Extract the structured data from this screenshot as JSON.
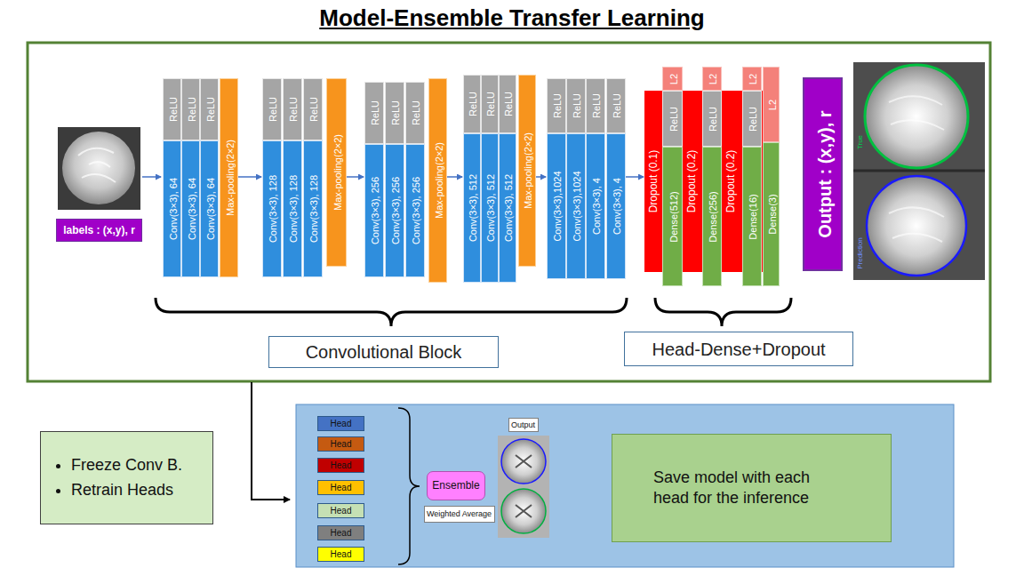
{
  "diagram": {
    "title": "Model-Ensemble Transfer Learning",
    "nodes": [
      {
        "text": [
          "labels : (x,y), r"
        ]
      },
      {
        "text": [
          "ReLU"
        ]
      },
      {
        "text": [
          "Conv(3×3), 64"
        ]
      },
      {
        "text": [
          "ReLU"
        ]
      },
      {
        "text": [
          "Conv(3×3), 64"
        ]
      },
      {
        "text": [
          "ReLU"
        ]
      },
      {
        "text": [
          "Conv(3×3), 64"
        ]
      },
      {
        "text": [
          "Max-pooling(2×2)"
        ]
      },
      {
        "text": [
          "ReLU"
        ]
      },
      {
        "text": [
          "Conv(3×3), 128"
        ]
      },
      {
        "text": [
          "ReLU"
        ]
      },
      {
        "text": [
          "Conv(3×3), 128"
        ]
      },
      {
        "text": [
          "ReLU"
        ]
      },
      {
        "text": [
          "Conv(3×3), 128"
        ]
      },
      {
        "text": [
          "Max-pooling(2×2)"
        ]
      },
      {
        "text": [
          "ReLU"
        ]
      },
      {
        "text": [
          "Conv(3×3), 256"
        ]
      },
      {
        "text": [
          "ReLU"
        ]
      },
      {
        "text": [
          "Conv(3×3), 256"
        ]
      },
      {
        "text": [
          "ReLU"
        ]
      },
      {
        "text": [
          "Conv(3×3), 256"
        ]
      },
      {
        "text": [
          "Max-pooling(2×2)"
        ]
      },
      {
        "text": [
          "ReLU"
        ]
      },
      {
        "text": [
          "Conv(3×3), 512"
        ]
      },
      {
        "text": [
          "ReLU"
        ]
      },
      {
        "text": [
          "Conv(3×3), 512"
        ]
      },
      {
        "text": [
          "ReLU"
        ]
      },
      {
        "text": [
          "Conv(3×3), 512"
        ]
      },
      {
        "text": [
          "Max-pooling(2×2)"
        ]
      },
      {
        "text": [
          "ReLU"
        ]
      },
      {
        "text": [
          "Conv(3×3),1024"
        ]
      },
      {
        "text": [
          "ReLU"
        ]
      },
      {
        "text": [
          "Conv(3×3),1024"
        ]
      },
      {
        "text": [
          "ReLU"
        ]
      },
      {
        "text": [
          "Conv(3×3), 4"
        ]
      },
      {
        "text": [
          "ReLU"
        ]
      },
      {
        "text": [
          "Conv(3×3), 4"
        ]
      },
      {
        "text": [
          "Dropout (0.1)"
        ]
      },
      {
        "text": [
          "L2"
        ]
      },
      {
        "text": [
          "ReLU"
        ]
      },
      {
        "text": [
          "Dense(512)"
        ]
      },
      {
        "text": [
          "Dropout (0.2)"
        ]
      },
      {
        "text": [
          "L2"
        ]
      },
      {
        "text": [
          "ReLU"
        ]
      },
      {
        "text": [
          "Dense(256)"
        ]
      },
      {
        "text": [
          "Dropout (0.2)"
        ]
      },
      {
        "text": [
          "L2"
        ]
      },
      {
        "text": [
          "ReLU"
        ]
      },
      {
        "text": [
          "Dense(16)"
        ]
      },
      {
        "text": [
          "L2"
        ]
      },
      {
        "text": [
          "Dense(3)"
        ]
      },
      {
        "text": [
          "Output : (x,y), r"
        ]
      },
      {
        "text": [
          "Convolutional Block"
        ]
      },
      {
        "text": [
          "Head-Dense+Dropout"
        ]
      },
      {
        "text": [
          "Freeze Conv B.",
          "Retrain Heads"
        ]
      },
      {
        "text": [
          "Head"
        ]
      },
      {
        "text": [
          "Head"
        ]
      },
      {
        "text": [
          "Head"
        ]
      },
      {
        "text": [
          "Head"
        ]
      },
      {
        "text": [
          "Head"
        ]
      },
      {
        "text": [
          "Head"
        ]
      },
      {
        "text": [
          "Head"
        ]
      },
      {
        "text": [
          "Ensemble"
        ]
      },
      {
        "text": [
          "Weighted Average"
        ]
      },
      {
        "text": [
          "Output"
        ]
      },
      {
        "text": [
          "Save model with each head for the inference"
        ]
      }
    ],
    "edges": [
      {
        "from": 7,
        "to": 9,
        "arrow": "to"
      },
      {
        "from": 14,
        "to": 16,
        "arrow": "to"
      },
      {
        "from": 21,
        "to": 23,
        "arrow": "to"
      },
      {
        "from": 28,
        "to": 30,
        "arrow": "to"
      },
      {
        "from": 36,
        "to": 37,
        "arrow": "to"
      }
    ],
    "labels": [
      "True",
      "Prediction"
    ]
  }
}
